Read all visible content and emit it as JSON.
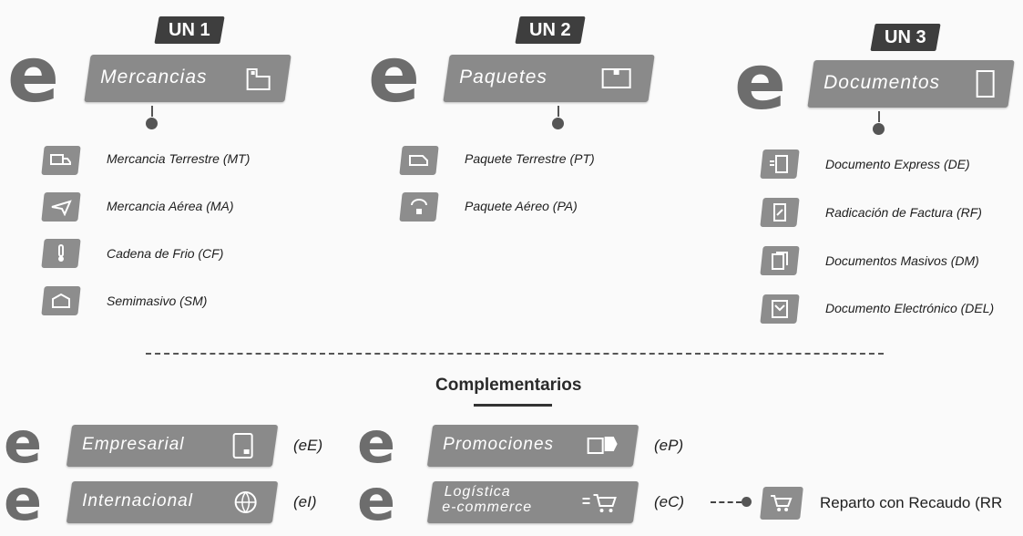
{
  "units": [
    {
      "tag": "UN 1",
      "banner": "Mercancias",
      "banner_icon": "warehouse-icon",
      "items": [
        {
          "label": "Mercancia Terrestre (MT)",
          "icon": "truck-icon"
        },
        {
          "label": "Mercancia Aérea (MA)",
          "icon": "plane-icon"
        },
        {
          "label": "Cadena de Frio (CF)",
          "icon": "thermometer-icon"
        },
        {
          "label": "Semimasivo (SM)",
          "icon": "boxes-icon"
        }
      ]
    },
    {
      "tag": "UN 2",
      "banner": "Paquetes",
      "banner_icon": "package-icon",
      "items": [
        {
          "label": "Paquete Terrestre (PT)",
          "icon": "van-icon"
        },
        {
          "label": "Paquete Aéreo (PA)",
          "icon": "parachute-box-icon"
        }
      ]
    },
    {
      "tag": "UN 3",
      "banner": "Documentos",
      "banner_icon": "document-icon",
      "items": [
        {
          "label": "Documento Express (DE)",
          "icon": "express-document-icon"
        },
        {
          "label": "Radicación de Factura (RF)",
          "icon": "invoice-icon"
        },
        {
          "label": "Documentos Masivos (DM)",
          "icon": "stacked-documents-icon"
        },
        {
          "label": "Documento Electrónico (DEL)",
          "icon": "electronic-document-icon"
        }
      ]
    }
  ],
  "brand_letter": "e",
  "complementarios": {
    "title": "Complementarios",
    "items": [
      {
        "banner": "Empresarial",
        "code": "(eE)",
        "icon": "tablet-icon"
      },
      {
        "banner": "Promociones",
        "code": "(eP)",
        "icon": "promo-tag-icon"
      },
      {
        "banner": "Internacional",
        "code": "(eI)",
        "icon": "globe-icon"
      },
      {
        "banner_line1": "Logística",
        "banner_line2": "e-commerce",
        "code": "(eC)",
        "icon": "shopping-cart-icon"
      }
    ],
    "linked": {
      "label": "Reparto con Recaudo (RR",
      "icon": "cash-cart-icon"
    }
  },
  "colors": {
    "banner": "#8a8a8a",
    "tag": "#3e3e3e",
    "logo": "#6d6d6d"
  }
}
